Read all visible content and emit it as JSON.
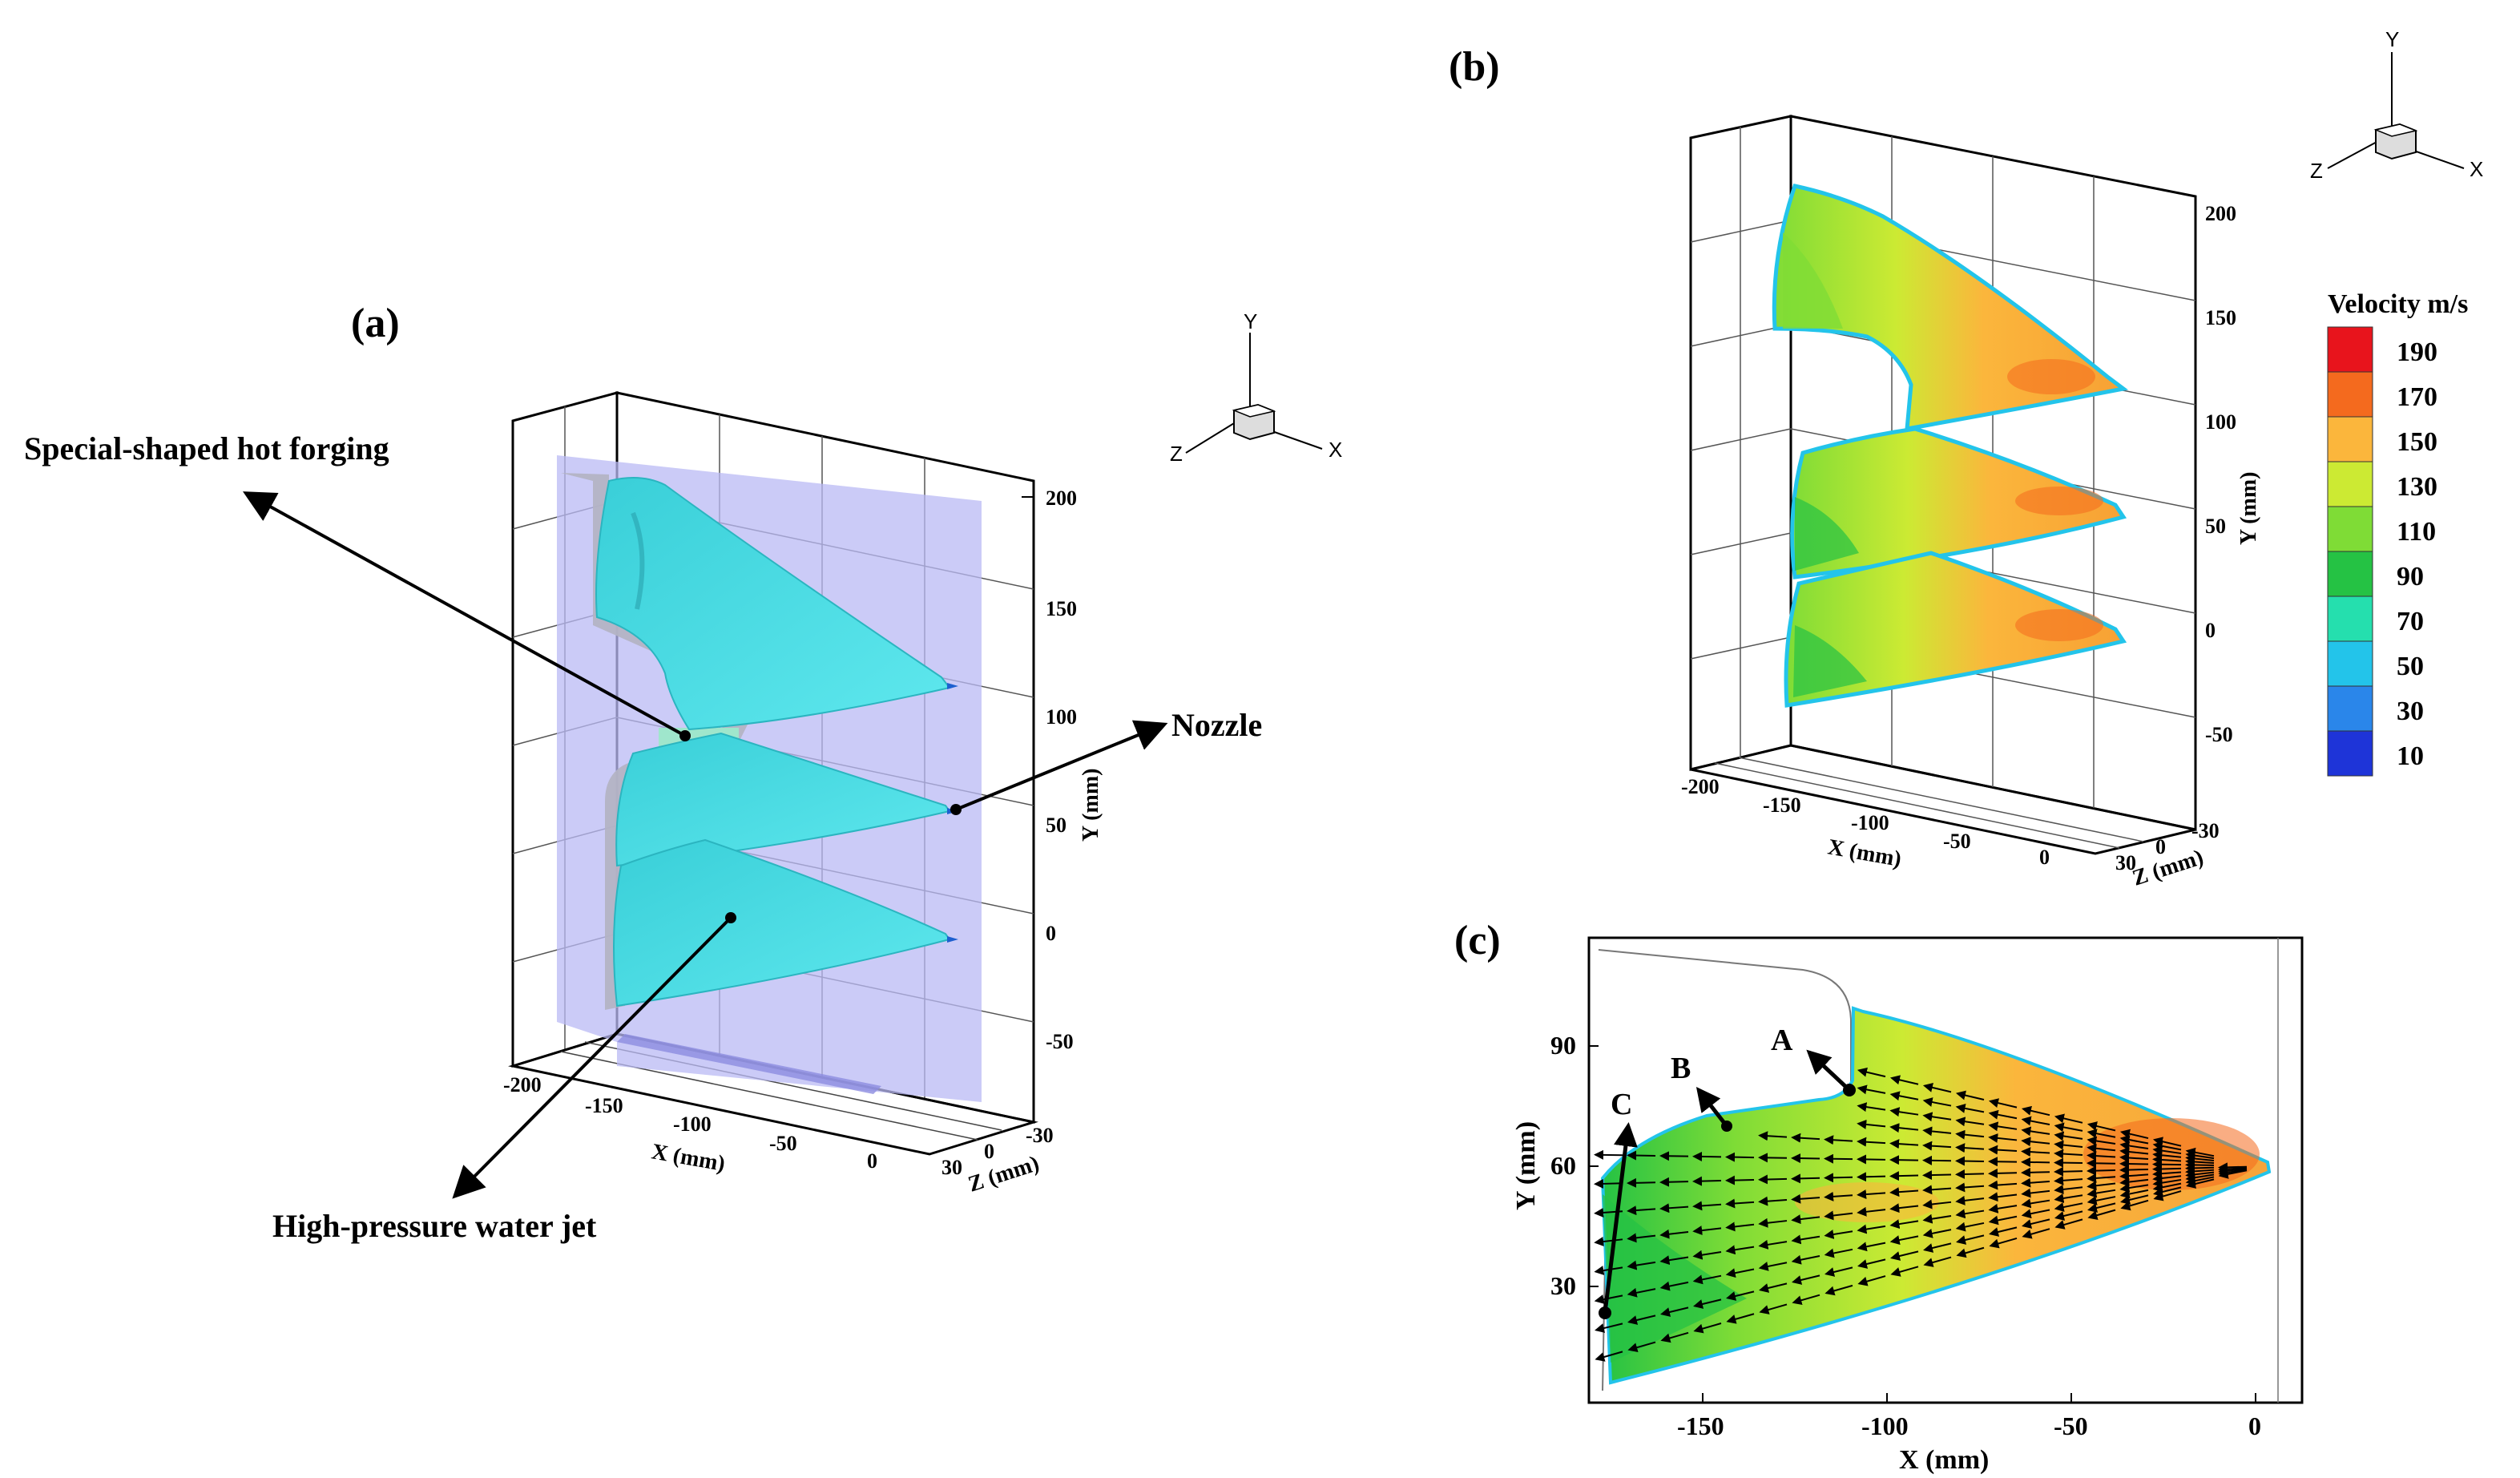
{
  "panels": {
    "a": {
      "label": "(a)",
      "annotations": {
        "forging": "Special-shaped hot forging",
        "nozzle": "Nozzle",
        "jet": "High-pressure water jet"
      },
      "axes": {
        "y_ticks": [
          "200",
          "150",
          "100",
          "50",
          "0",
          "-50"
        ],
        "y_title": "Y (mm)",
        "x_ticks": [
          "-200",
          "-150",
          "-100",
          "-50",
          "0"
        ],
        "x_title": "X (mm)",
        "z_ticks": [
          "30",
          "0",
          "-30"
        ],
        "z_title": "Z (mm)"
      },
      "triad": {
        "x": "X",
        "y": "Y",
        "z": "Z"
      },
      "colors": {
        "jet": "#4fe3e8",
        "domain": "#b9b9f4",
        "forging": "#b3b3c4"
      }
    },
    "b": {
      "label": "(b)",
      "axes": {
        "y_ticks": [
          "200",
          "150",
          "100",
          "50",
          "0",
          "-50"
        ],
        "y_title": "Y (mm)",
        "x_ticks": [
          "-200",
          "-150",
          "-100",
          "-50",
          "0"
        ],
        "x_title": "X (mm)",
        "z_ticks": [
          "30",
          "0",
          "-30"
        ],
        "z_title": "Z (mm)"
      },
      "triad": {
        "x": "X",
        "y": "Y",
        "z": "Z"
      },
      "legend": {
        "title": "Velocity m/s",
        "levels": [
          "190",
          "170",
          "150",
          "130",
          "110",
          "90",
          "70",
          "50",
          "30",
          "10"
        ],
        "colors": [
          "#e8141c",
          "#f46a1e",
          "#fbb63c",
          "#ccea33",
          "#7fdc36",
          "#25c244",
          "#25dfae",
          "#23c4ea",
          "#2a86ea",
          "#1e34d8"
        ]
      }
    },
    "c": {
      "label": "(c)",
      "points": [
        "A",
        "B",
        "C"
      ],
      "axes": {
        "y_ticks": [
          "90",
          "60",
          "30"
        ],
        "y_title": "Y (mm)",
        "x_ticks": [
          "-150",
          "-100",
          "-50",
          "0"
        ],
        "x_title": "X (mm)"
      }
    }
  }
}
